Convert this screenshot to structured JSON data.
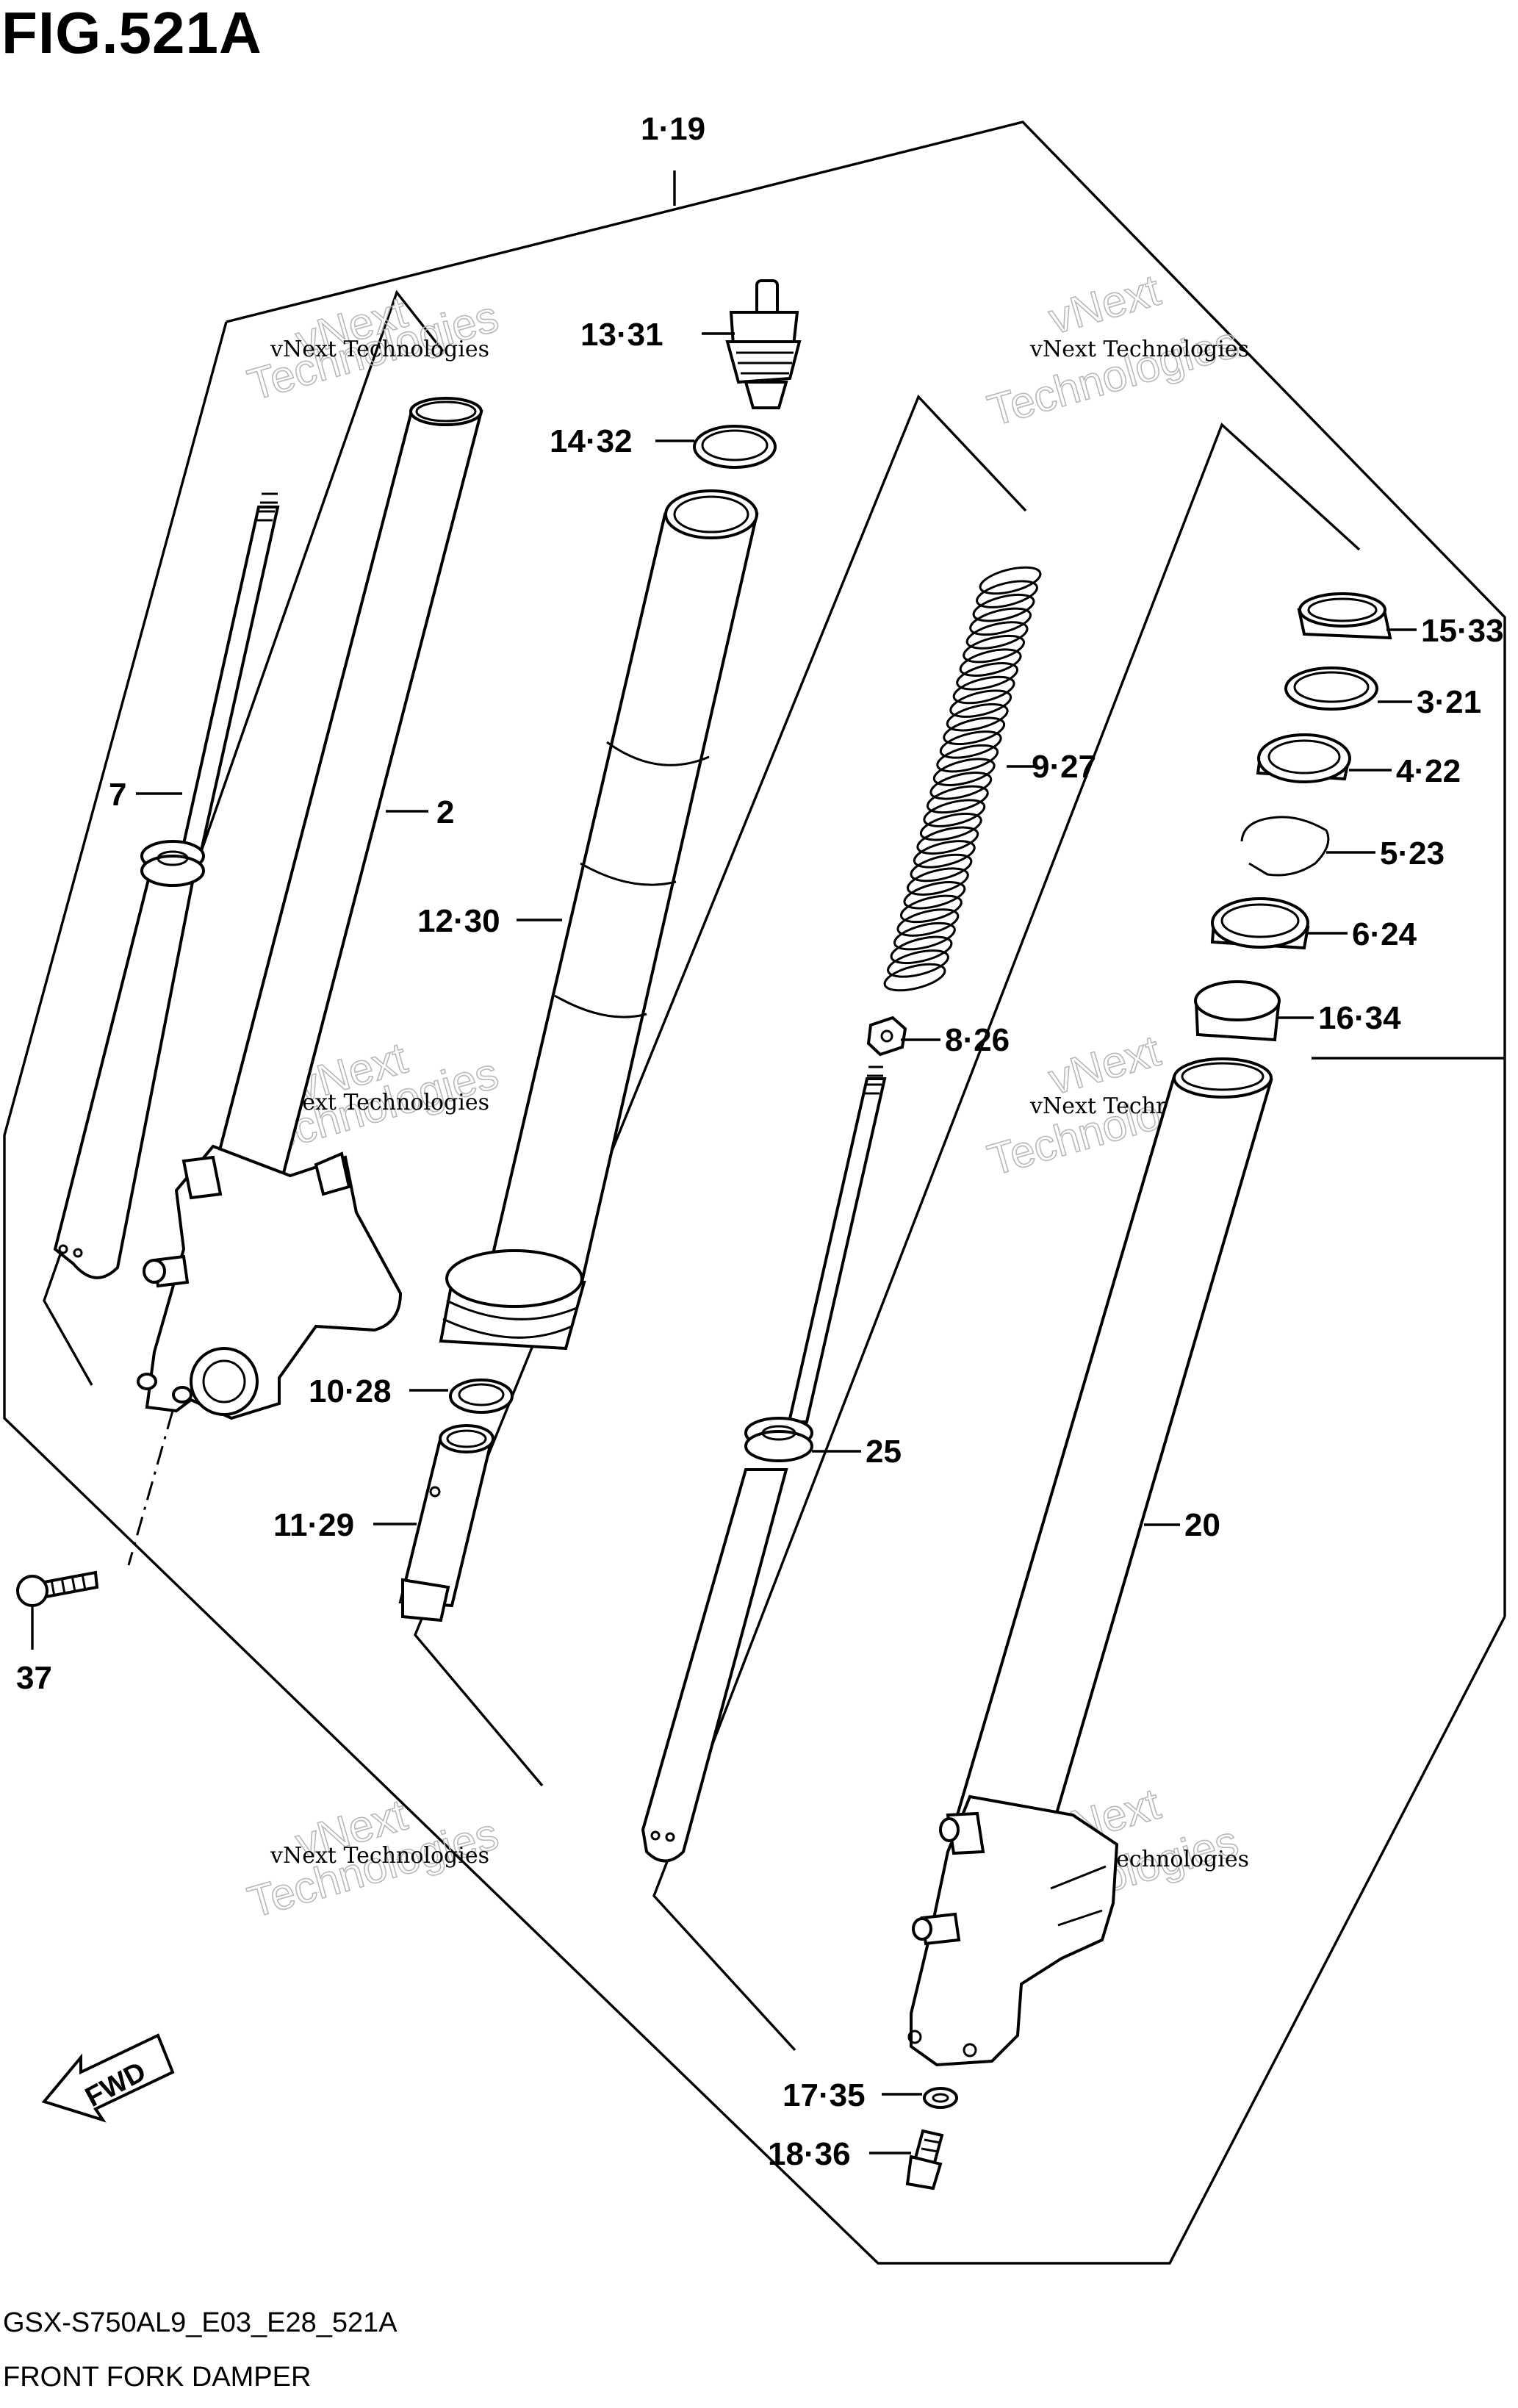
{
  "figure": {
    "title": "FIG.521A",
    "code": "GSX-S750AL9_E03_E28_521A",
    "caption": "FRONT FORK DAMPER"
  },
  "callouts": {
    "c1_19": "1·19",
    "c2": "2",
    "c3_21": "3·21",
    "c4_22": "4·22",
    "c5_23": "5·23",
    "c6_24": "6·24",
    "c7": "7",
    "c8_26": "8·26",
    "c9_27": "9·27",
    "c10_28": "10·28",
    "c11_29": "11·29",
    "c12_30": "12·30",
    "c13_31": "13·31",
    "c14_32": "14·32",
    "c15_33": "15·33",
    "c16_34": "16·34",
    "c17_35": "17·35",
    "c18_36": "18·36",
    "c20": "20",
    "c25": "25",
    "c37": "37"
  },
  "direction": {
    "fwd": "FWD"
  },
  "watermark": {
    "small": "vNext Technologies",
    "large_top": "vNext",
    "large_bottom": "Technologies"
  }
}
